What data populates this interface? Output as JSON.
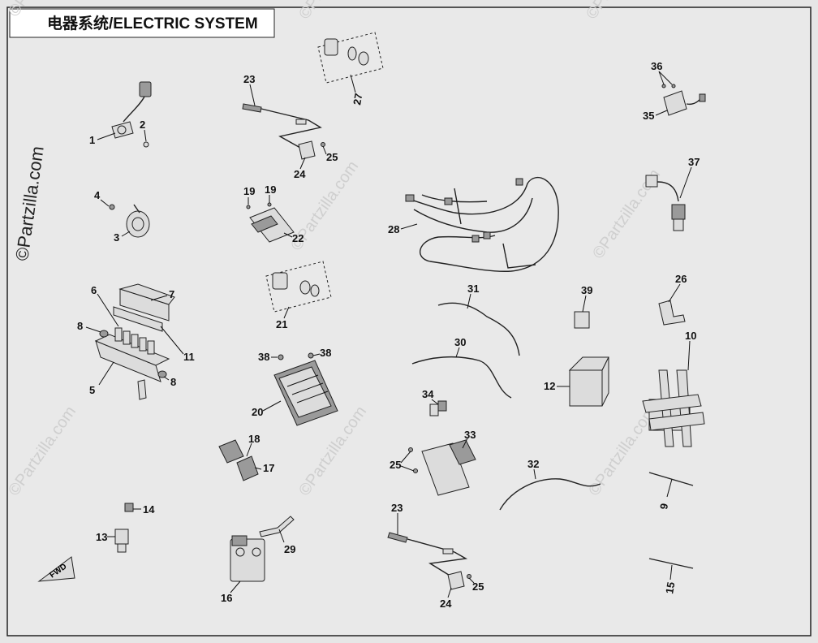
{
  "title": "电器系统/ELECTRIC SYSTEM",
  "watermark_main": "©Partzilla.com",
  "watermark_faint": "©Partzilla.com",
  "fwd_label": "FWD",
  "callouts": [
    "1",
    "2",
    "3",
    "4",
    "5",
    "6",
    "7",
    "8",
    "8",
    "11",
    "19",
    "19",
    "22",
    "23",
    "24",
    "25",
    "27",
    "21",
    "38",
    "38",
    "20",
    "18",
    "17",
    "29",
    "16",
    "14",
    "13",
    "28",
    "31",
    "30",
    "34",
    "33",
    "25",
    "23",
    "24",
    "25",
    "32",
    "36",
    "35",
    "37",
    "26",
    "39",
    "12",
    "10",
    "9",
    "15"
  ]
}
